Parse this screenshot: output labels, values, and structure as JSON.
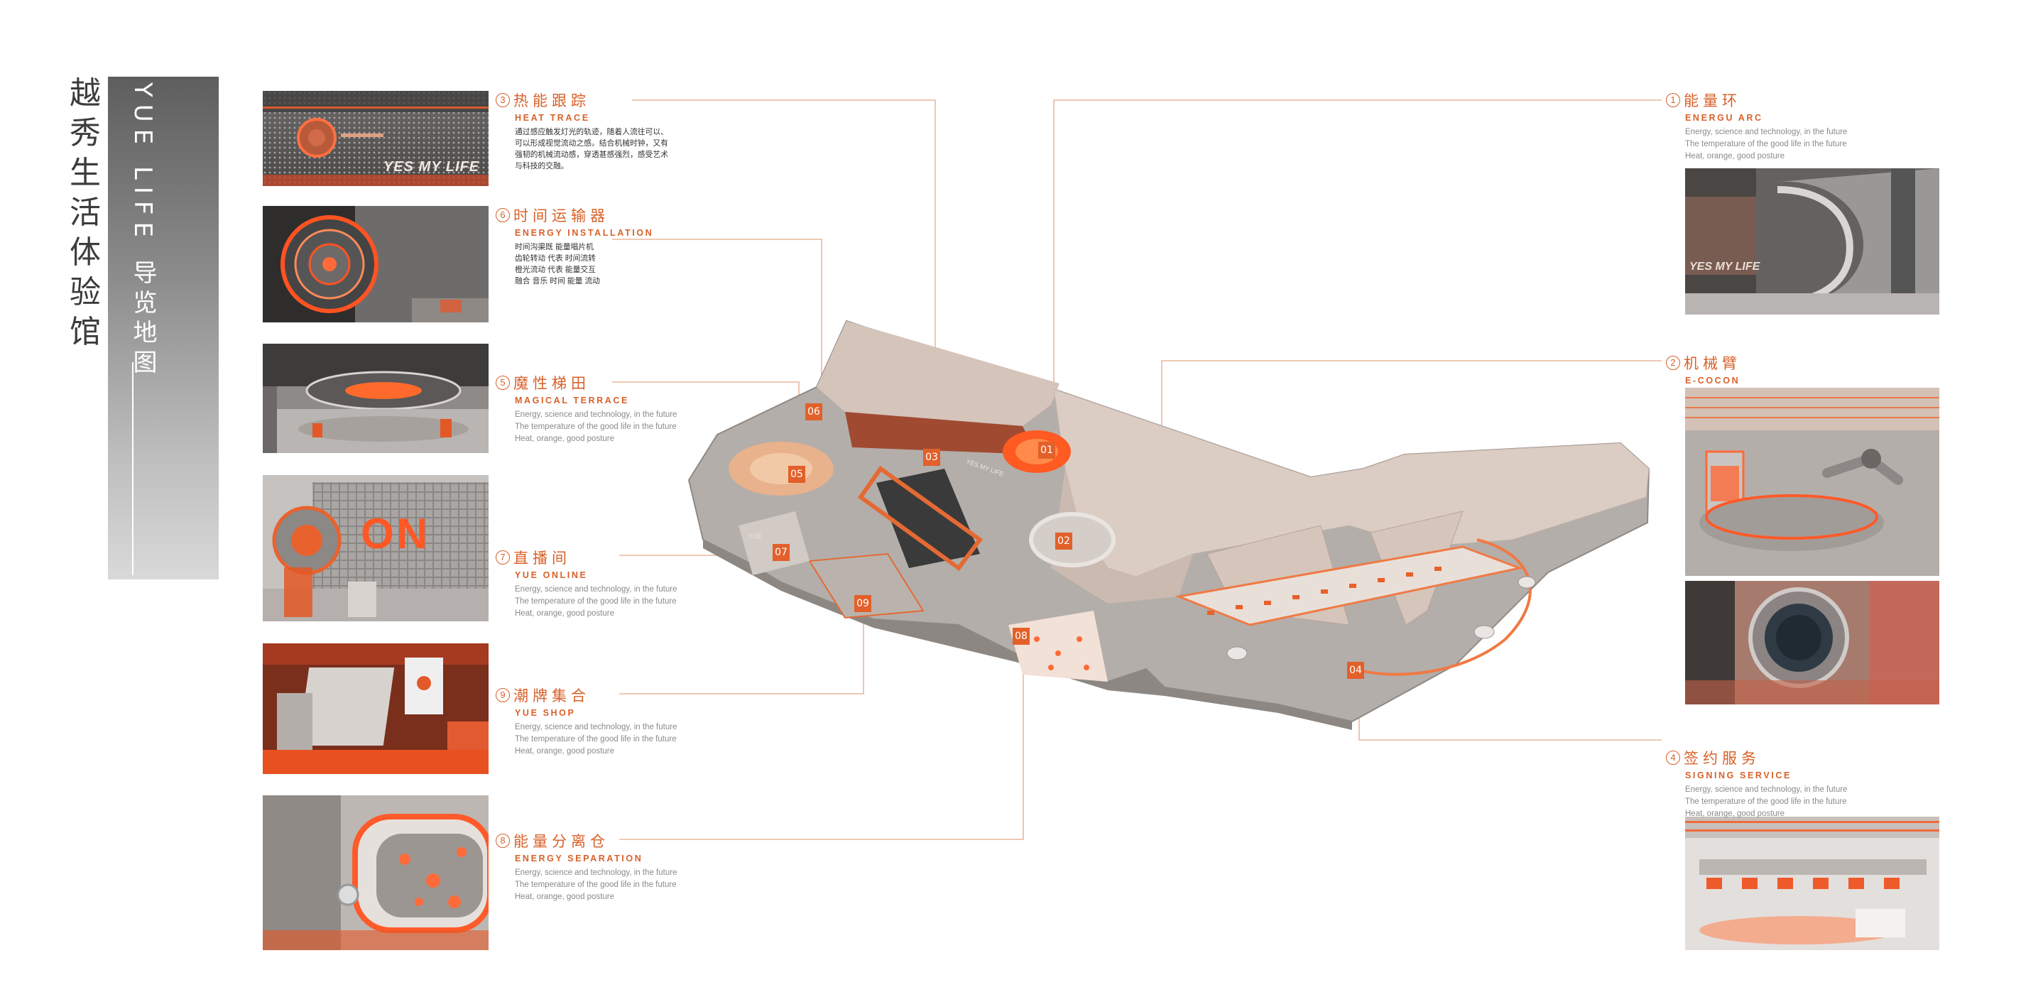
{
  "title": {
    "cn": "越秀生活体验馆",
    "en": "YUE LIFE",
    "sub_cn": "导览地图"
  },
  "colors": {
    "accent": "#e2602a",
    "line": "#e7b89e",
    "floor": "#b5b0ab",
    "wall": "#d9c8bf"
  },
  "labels": {
    "heat": {
      "num": "3",
      "cn": "热能跟踪",
      "en": "HEAT TRACE",
      "desc": "通过感应触发灯光的轨迹，随着人流往可以、\n可以形成视觉流动之感。结合机械时钟，又有\n强韧的机械流动感，穿透甚感强烈，感受艺术\n与科技的交融。"
    },
    "energy_inst": {
      "num": "6",
      "cn": "时间运输器",
      "en": "ENERGY INSTALLATION",
      "desc": "时间沟渠既 能量唱片机\n齿轮转动 代表 时间流转\n橙光流动 代表 能量交互\n融合 音乐 时间 能量 流动"
    },
    "magical": {
      "num": "5",
      "cn": "魔性梯田",
      "en": "MAGICAL TERRACE",
      "desc": "Energy, science and technology, in the future\nThe temperature of the good life in the future\nHeat, orange, good posture"
    },
    "online": {
      "num": "7",
      "cn": "直播间",
      "en": "YUE ONLINE",
      "desc": "Energy, science and technology, in the future\nThe temperature of the good life in the future\nHeat, orange, good posture"
    },
    "shop": {
      "num": "9",
      "cn": "潮牌集合",
      "en": "YUE SHOP",
      "desc": "Energy, science and technology, in the future\nThe temperature of the good life in the future\nHeat, orange, good posture"
    },
    "separation": {
      "num": "8",
      "cn": "能量分离仓",
      "en": "ENERGY SEPARATION",
      "desc": "Energy, science and technology, in the future\nThe temperature of the good life in the future\nHeat, orange, good posture"
    },
    "arc": {
      "num": "1",
      "cn": "能量环",
      "en": "ENERGU ARC",
      "desc": "Energy, science and technology, in the future\nThe temperature of the good life in the future\nHeat, orange, good posture"
    },
    "arm": {
      "num": "2",
      "cn": "机械臂",
      "en": "E-COCON",
      "desc": ""
    },
    "signing": {
      "num": "4",
      "cn": "签约服务",
      "en": "SIGNING SERVICE",
      "desc": "Energy, science and technology, in the future\nThe temperature of the good life in the future\nHeat, orange, good posture"
    }
  },
  "photo_text": {
    "yes_my_life": "YES MY LIFE",
    "on": "ON"
  },
  "map_text": {
    "wall_sign": "YES MY LIFE",
    "stand_sign": "YUE"
  },
  "markers": [
    "01",
    "02",
    "03",
    "04",
    "05",
    "06",
    "07",
    "08",
    "09"
  ]
}
